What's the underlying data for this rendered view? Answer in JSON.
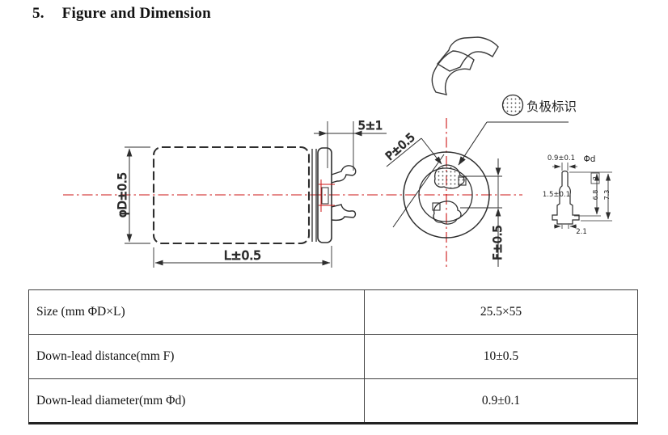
{
  "page": {
    "title_number": "5.",
    "title_text": "Figure and Dimension"
  },
  "drawing": {
    "side_view": {
      "dim_diameter": "φD±0.5",
      "dim_length": "L±0.5",
      "dim_pin_span": "5±1"
    },
    "front_view": {
      "dim_pitch": "P±0.5",
      "dim_lead_distance": "F±0.5"
    },
    "negative_marking_label": "负极标识",
    "pin_detail": {
      "dim_lead_diameter": "0.9±0.1",
      "dim_phi_d": "Φd",
      "dim_neck": "1.5±0.1",
      "dim_tip": "2",
      "dim_height_inner": "6.8",
      "dim_height_outer": "7.3",
      "dim_base": "2.1"
    },
    "colors": {
      "centerline": "#cc1414",
      "outline": "#2e2e2e"
    }
  },
  "table": {
    "rows": [
      {
        "label": "Size (mm ΦD×L)",
        "value": "25.5×55"
      },
      {
        "label": "Down-lead distance(mm F)",
        "value": "10±0.5"
      },
      {
        "label": "Down-lead diameter(mm Φd)",
        "value": "0.9±0.1"
      }
    ]
  }
}
